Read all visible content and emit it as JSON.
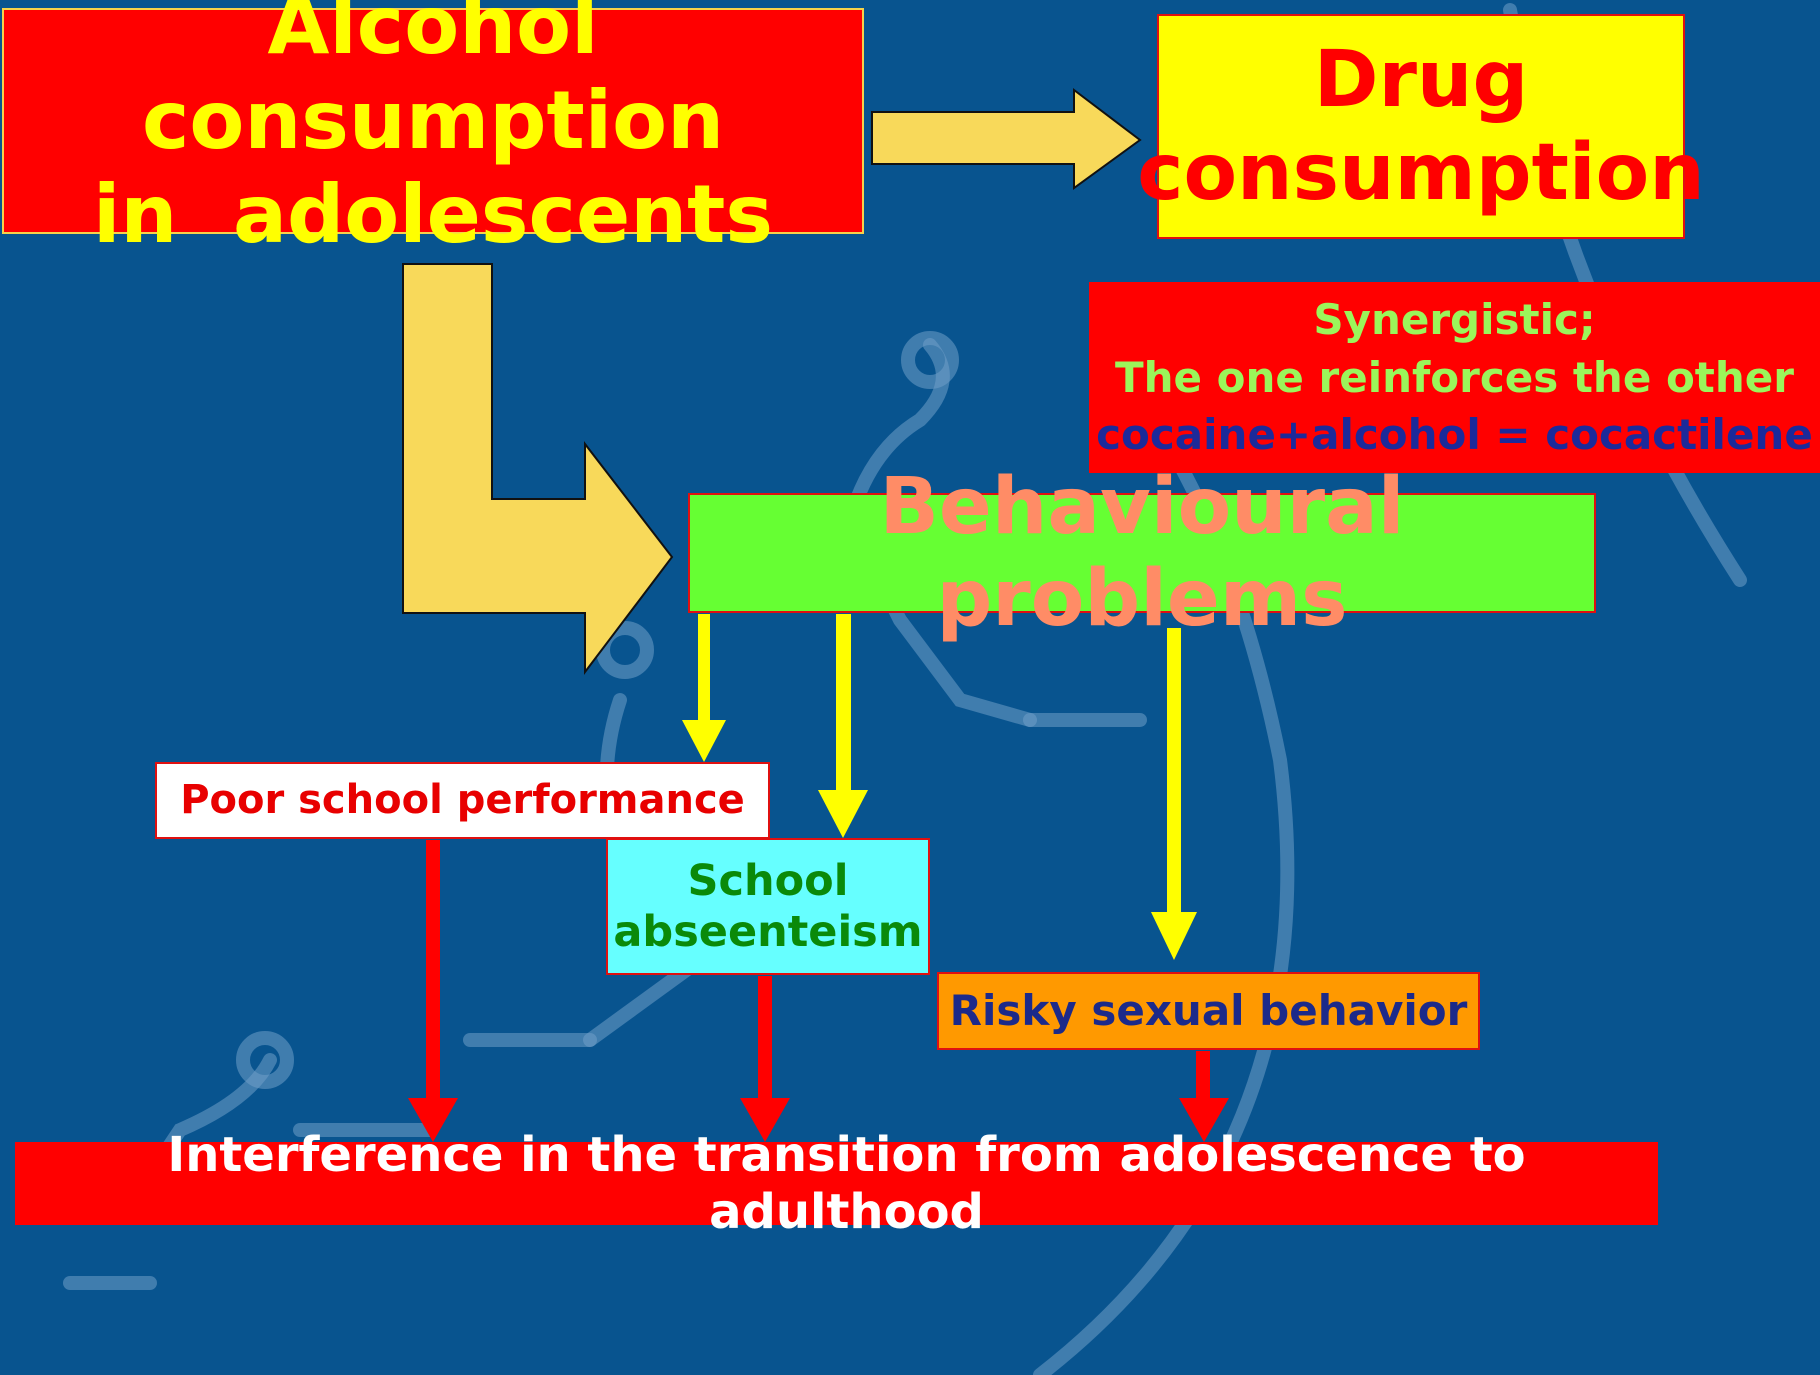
{
  "boxes": {
    "alcohol": {
      "line1": "Alcohol consumption",
      "line2": "in  adolescents"
    },
    "drug": {
      "line1": "Drug",
      "line2": "consumption"
    },
    "synergy": {
      "line1": "Synergistic;",
      "line2": "The one reinforces the other",
      "line3": "cocaine+alcohol = cocactilene"
    },
    "behaviour": "Behavioural problems",
    "poor_school": "Poor school performance",
    "absenteeism": {
      "line1": "School",
      "line2": "abseenteism"
    },
    "risky": "Risky sexual behavior",
    "interference": "Interference in the transition from adolescence to adulthood"
  },
  "colors": {
    "background": "#08548f",
    "block_arrow": "#f8d95a",
    "yellow_arrow": "#ffff00",
    "red_arrow": "#ff0000"
  }
}
